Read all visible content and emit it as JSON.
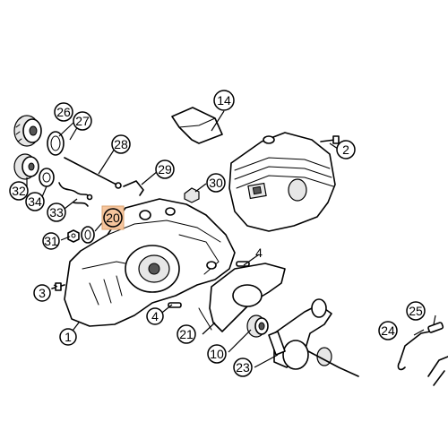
{
  "callouts": [
    {
      "id": "c1",
      "label": "1"
    },
    {
      "id": "c2",
      "label": "2"
    },
    {
      "id": "c3",
      "label": "3"
    },
    {
      "id": "c4a",
      "label": "4"
    },
    {
      "id": "c4b",
      "label": "4"
    },
    {
      "id": "c10",
      "label": "10"
    },
    {
      "id": "c14",
      "label": "14"
    },
    {
      "id": "c20",
      "label": "20",
      "highlighted": true
    },
    {
      "id": "c21",
      "label": "21"
    },
    {
      "id": "c23",
      "label": "23"
    },
    {
      "id": "c24",
      "label": "24"
    },
    {
      "id": "c25",
      "label": "25"
    },
    {
      "id": "c26",
      "label": "26"
    },
    {
      "id": "c27",
      "label": "27"
    },
    {
      "id": "c28",
      "label": "28"
    },
    {
      "id": "c29",
      "label": "29"
    },
    {
      "id": "c30",
      "label": "30"
    },
    {
      "id": "c31",
      "label": "31"
    },
    {
      "id": "c32",
      "label": "32"
    },
    {
      "id": "c33",
      "label": "33"
    },
    {
      "id": "c34",
      "label": "34"
    }
  ],
  "colors": {
    "highlight": "#f6c59d",
    "line": "#000000",
    "background": "#ffffff"
  }
}
